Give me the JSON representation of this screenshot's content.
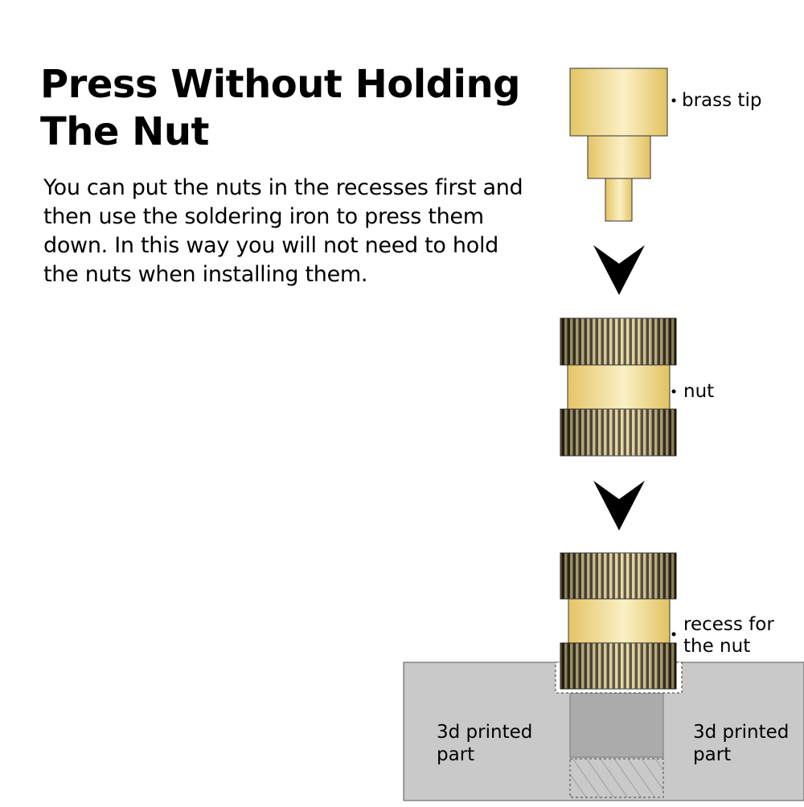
{
  "heading": {
    "line1": "Press Without Holding",
    "line2": "The Nut",
    "description": "You can put the nuts in the recesses first and then use the soldering iron to press them down. In this way you will not need to hold the nuts when installing them."
  },
  "labels": {
    "brass_tip": "brass tip",
    "nut": "nut",
    "recess_line1": "recess for",
    "recess_line2": "the nut",
    "part_left_line1": "3d printed",
    "part_left_line2": "part",
    "part_right_line1": "3d printed",
    "part_right_line2": "part"
  },
  "colors": {
    "brass": "#f0dc96",
    "knurl_dark": "#2e2410",
    "printed_part": "#c9c9c9",
    "hole": "#ababab",
    "arrow": "#000000"
  }
}
